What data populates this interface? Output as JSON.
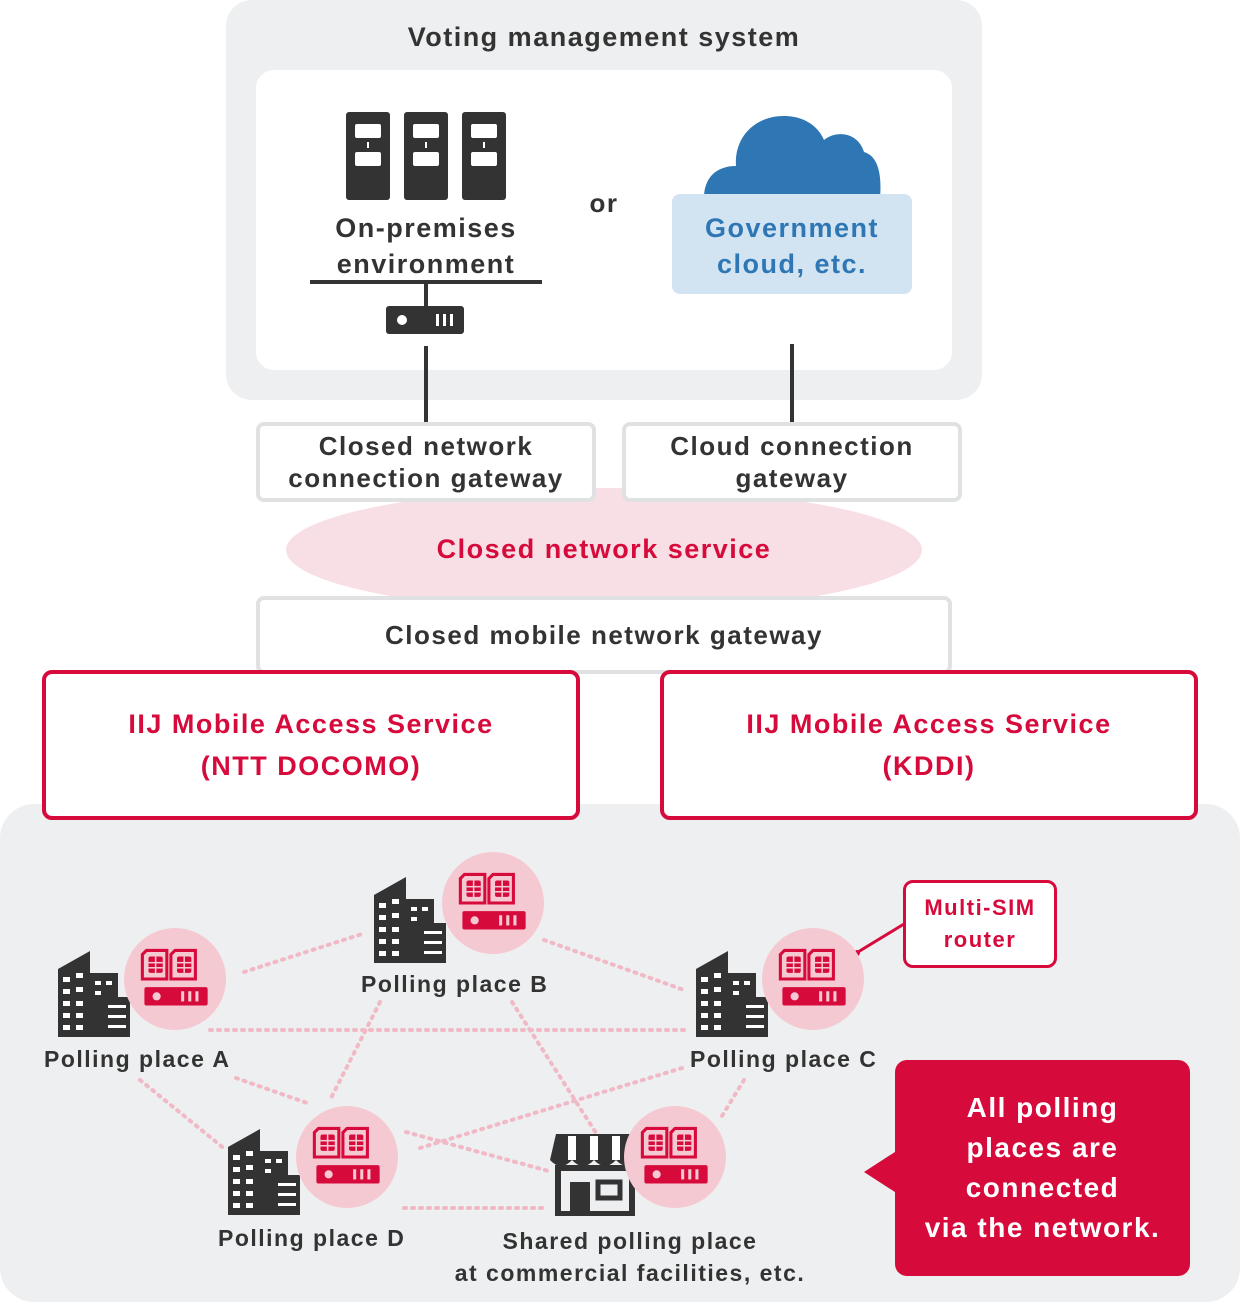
{
  "vms": {
    "title": "Voting management system",
    "onprem_line1": "On-premises",
    "onprem_line2": "environment",
    "or_label": "or",
    "cloud_line1": "Government",
    "cloud_line2": "cloud, etc."
  },
  "gateways": {
    "closed_line1": "Closed network",
    "closed_line2": "connection gateway",
    "cloud_line1": "Cloud connection",
    "cloud_line2": "gateway",
    "mobile": "Closed mobile network gateway"
  },
  "closed_network_service": "Closed network service",
  "mobile_access": {
    "docomo_line1": "IIJ Mobile Access Service",
    "docomo_line2": "(NTT DOCOMO)",
    "kddi_line1": "IIJ Mobile Access Service",
    "kddi_line2": "(KDDI)"
  },
  "polling": {
    "a": "Polling place A",
    "b": "Polling place B",
    "c": "Polling place C",
    "d": "Polling place D",
    "shared_line1": "Shared polling place",
    "shared_line2": "at commercial facilities, etc."
  },
  "multi_sim": {
    "line1": "Multi-SIM",
    "line2": "router"
  },
  "callout": {
    "line1": "All polling",
    "line2": "places are",
    "line3": "connected",
    "line4": "via the network."
  },
  "colors": {
    "accent_red": "#d70a3c",
    "cloud_blue": "#2e77b4",
    "cloud_box": "#d2e3f2",
    "pink_ellipse": "#f8dfe5",
    "pink_circle": "#f5c9d2",
    "dark": "#333333",
    "panel_gray": "#eeeff0",
    "border_gray": "#dfe1e3"
  },
  "icons": [
    "server-icon",
    "router-icon",
    "cloud-icon",
    "building-icon",
    "shop-icon",
    "sim-router-icon"
  ]
}
